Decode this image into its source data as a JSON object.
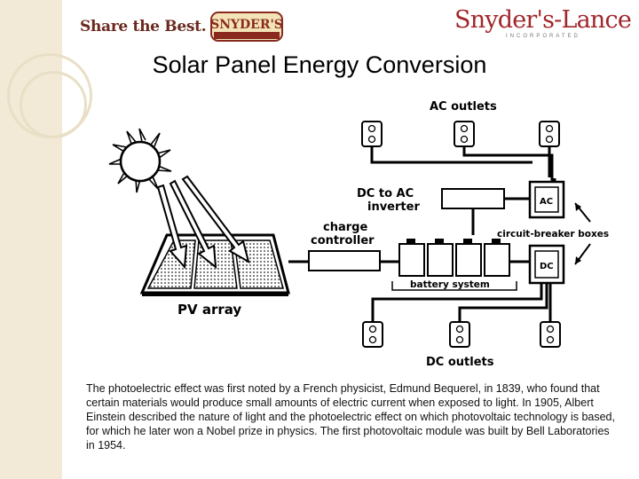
{
  "header": {
    "left_logo_text": "Share the Best.",
    "left_badge_text": "SNYDER'S",
    "right_logo_text": "Snyder's-Lance",
    "right_logo_subtext": "INCORPORATED"
  },
  "slide": {
    "title": "Solar Panel Energy Conversion",
    "body": "The photoelectric effect was first noted by a French physicist, Edmund Bequerel, in 1839, who found that certain materials would produce small amounts of electric current when exposed to light. In 1905, Albert Einstein described the nature of light and the photoelectric effect on which photovoltaic technology is based, for which he later won a Nobel prize in physics. The first photovoltaic module was built by Bell Laboratories in 1954."
  },
  "diagram": {
    "ac_outlets": "AC outlets",
    "dc_to_ac_line1": "DC to AC",
    "dc_to_ac_line2": "inverter",
    "charge_line1": "charge",
    "charge_line2": "controller",
    "breaker_label": "circuit-breaker boxes",
    "ac_box": "AC",
    "dc_box": "DC",
    "battery_label": "battery system",
    "pv_label": "PV array",
    "dc_outlets": "DC outlets"
  }
}
